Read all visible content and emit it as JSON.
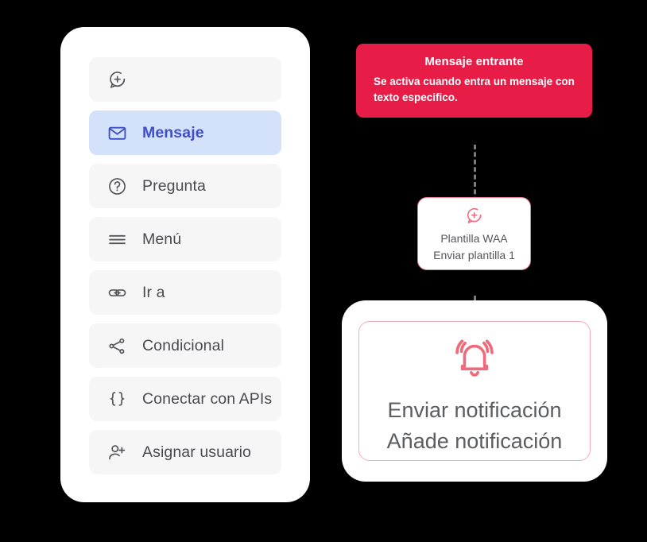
{
  "sidebar": {
    "items": [
      {
        "icon": "chat-plus-icon",
        "label": "",
        "selected": false
      },
      {
        "icon": "envelope-icon",
        "label": "Mensaje",
        "selected": true
      },
      {
        "icon": "question-circle-icon",
        "label": "Pregunta",
        "selected": false
      },
      {
        "icon": "hamburger-menu-icon",
        "label": "Menú",
        "selected": false
      },
      {
        "icon": "link-icon",
        "label": "Ir a",
        "selected": false
      },
      {
        "icon": "share-nodes-icon",
        "label": "Condicional",
        "selected": false
      },
      {
        "icon": "curly-braces-icon",
        "label": "Conectar con APIs",
        "selected": false
      },
      {
        "icon": "user-plus-icon",
        "label": "Asignar usuario",
        "selected": false
      }
    ]
  },
  "flow": {
    "trigger": {
      "title": "Mensaje entrante",
      "description": "Se activa cuando entra un mensaje con texto especifico.",
      "color": "#E81D47"
    },
    "template_node": {
      "icon": "chat-plus-icon",
      "line1": "Plantilla WAA",
      "line2": "Enviar plantilla 1",
      "border_color": "#F0798B"
    },
    "notification_node": {
      "icon": "bell-ringing-icon",
      "line1": "Enviar notificación",
      "line2": "Añade notificación",
      "border_color": "#F3AAB4",
      "icon_color": "#EF6B7B"
    },
    "connectors": [
      {
        "name": "trigger-to-template",
        "style": "dashed",
        "color": "#7C7C7C"
      },
      {
        "name": "template-to-notification",
        "style": "dashed",
        "color": "#7C7C7C"
      }
    ]
  },
  "theme": {
    "selected_item_bg": "#D4E1FB",
    "selected_item_fg": "#3F4FC5",
    "item_bg": "#F6F6F7",
    "item_fg": "#4A4B4F",
    "page_bg": "#000000"
  }
}
